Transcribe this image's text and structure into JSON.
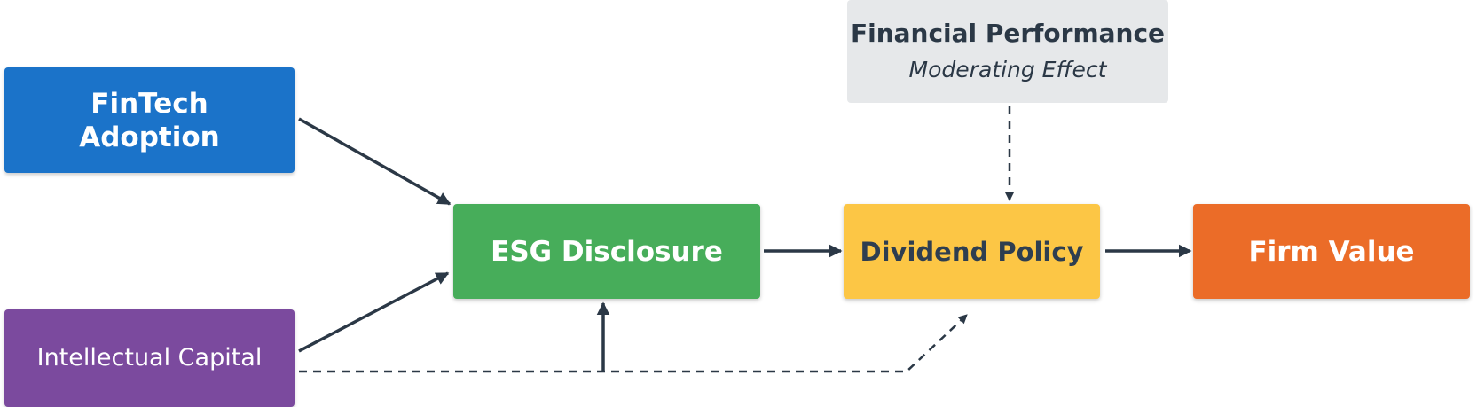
{
  "nodes": {
    "fintech": {
      "label": "FinTech\nAdoption",
      "color": "#1B73C9"
    },
    "intellectual_capital": {
      "label": "Intellectual Capital",
      "color": "#7B4A9E"
    },
    "esg": {
      "label": "ESG Disclosure",
      "color": "#47AD5A"
    },
    "dividend": {
      "label": "Dividend Policy",
      "color": "#FCC645"
    },
    "firm_value": {
      "label": "Firm Value",
      "color": "#EB6C28"
    },
    "financial_performance": {
      "label": "Financial Performance",
      "sublabel": "Moderating Effect",
      "color": "#E6E8EA"
    }
  },
  "edges": [
    {
      "from": "fintech",
      "to": "esg",
      "style": "solid"
    },
    {
      "from": "intellectual_capital",
      "to": "esg",
      "style": "solid"
    },
    {
      "from": "esg",
      "to": "dividend",
      "style": "solid"
    },
    {
      "from": "dividend",
      "to": "firm_value",
      "style": "solid"
    },
    {
      "from": "financial_performance",
      "to": "dividend",
      "style": "dashed"
    },
    {
      "from": "intellectual_capital",
      "to": "esg",
      "style": "dashed"
    },
    {
      "from": "intellectual_capital",
      "to": "dividend",
      "style": "dashed"
    }
  ],
  "edge_color": "#2B3846"
}
